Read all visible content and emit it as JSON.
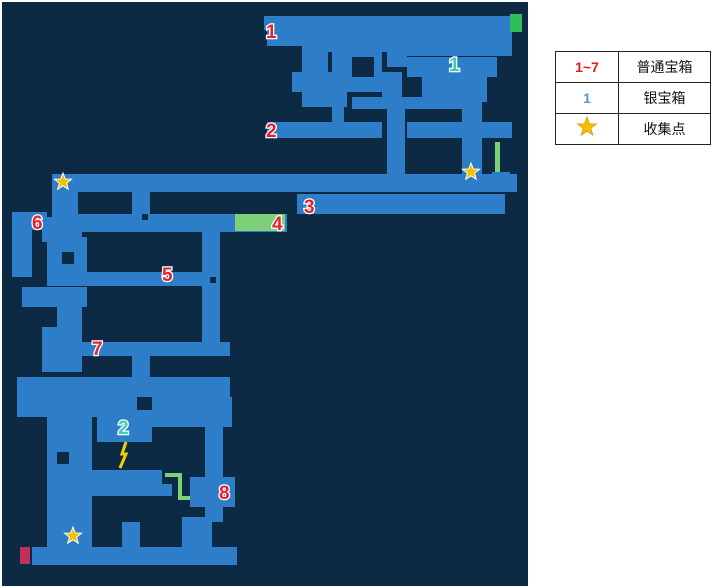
{
  "map": {
    "background_color": "#0d2a45",
    "floor_color": "#2d7dc8",
    "gate_color": "#7fd07a",
    "exit_color": "#2fbf5a",
    "entrance_color": "#c0305a",
    "normal_chests": [
      "1",
      "2",
      "3",
      "4",
      "5",
      "6",
      "7",
      "8"
    ],
    "silver_chests": [
      "1",
      "2"
    ],
    "collection_points": 4
  },
  "legend": {
    "rows": [
      {
        "symbol": "1~7",
        "label": "普通宝箱",
        "color": "#e0191c"
      },
      {
        "symbol": "1",
        "label": "银宝箱",
        "color": "#4a9ae0"
      },
      {
        "symbol": "star-icon",
        "label": "收集点",
        "color": "#f5c000"
      }
    ]
  }
}
